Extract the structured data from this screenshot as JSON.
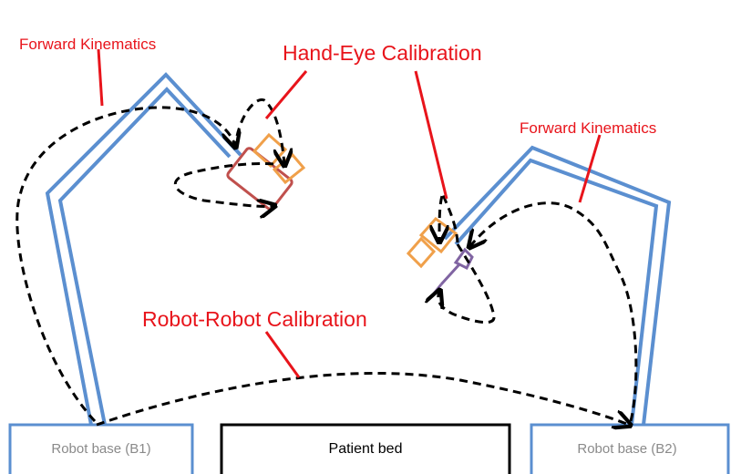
{
  "labels": {
    "forward_kinematics_left": "Forward Kinematics",
    "hand_eye_calibration": "Hand-Eye Calibration",
    "forward_kinematics_right": "Forward Kinematics",
    "robot_robot_calibration": "Robot-Robot Calibration"
  },
  "boxes": {
    "robot_base_b1": "Robot base (B1)",
    "patient_bed": "Patient bed",
    "robot_base_b2": "Robot base (B2)"
  },
  "colors": {
    "robot_arm": "#5b8fd0",
    "annotation_text": "#e8141b",
    "camera": "#f0a04a",
    "tool_left": "#c0504d",
    "tool_right": "#8064a2",
    "transform_path": "#000000",
    "base_outline": "#5b8fd0",
    "bed_outline": "#000000"
  }
}
